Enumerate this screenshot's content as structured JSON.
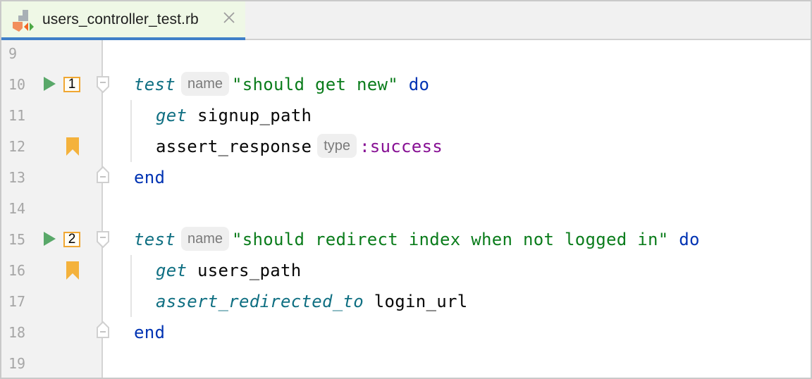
{
  "tab": {
    "file_name": "users_controller_test.rb",
    "icon": "ruby-test-file-icon",
    "close_icon": "close-icon",
    "active_underline_color": "#3f80c8"
  },
  "gutter": {
    "line_numbers": [
      "9",
      "10",
      "11",
      "12",
      "13",
      "14",
      "15",
      "16",
      "17",
      "18",
      "19"
    ],
    "run_markers": [
      {
        "line": "10",
        "badge": "1"
      },
      {
        "line": "15",
        "badge": "2"
      }
    ],
    "bookmarks": [
      "12",
      "16"
    ]
  },
  "code": {
    "l10": {
      "kw": "test",
      "hint": "name",
      "str": "\"should get new\"",
      "do": "do"
    },
    "l11": {
      "kw": "get",
      "text": "signup_path"
    },
    "l12": {
      "text": "assert_response",
      "hint": "type",
      "sym": ":success"
    },
    "l13": {
      "end": "end"
    },
    "l15": {
      "kw": "test",
      "hint": "name",
      "str": "\"should redirect index when not logged in\"",
      "do": "do"
    },
    "l16": {
      "kw": "get",
      "text": "users_path"
    },
    "l17": {
      "kw": "assert_redirected_to",
      "text": "login_url"
    },
    "l18": {
      "end": "end"
    }
  },
  "colors": {
    "keyword_italic": "#0f6f82",
    "string": "#0a7c1b",
    "keyword": "#0033b3",
    "symbol": "#871094",
    "run_green": "#59a869",
    "bookmark_orange": "#f4b23c"
  }
}
